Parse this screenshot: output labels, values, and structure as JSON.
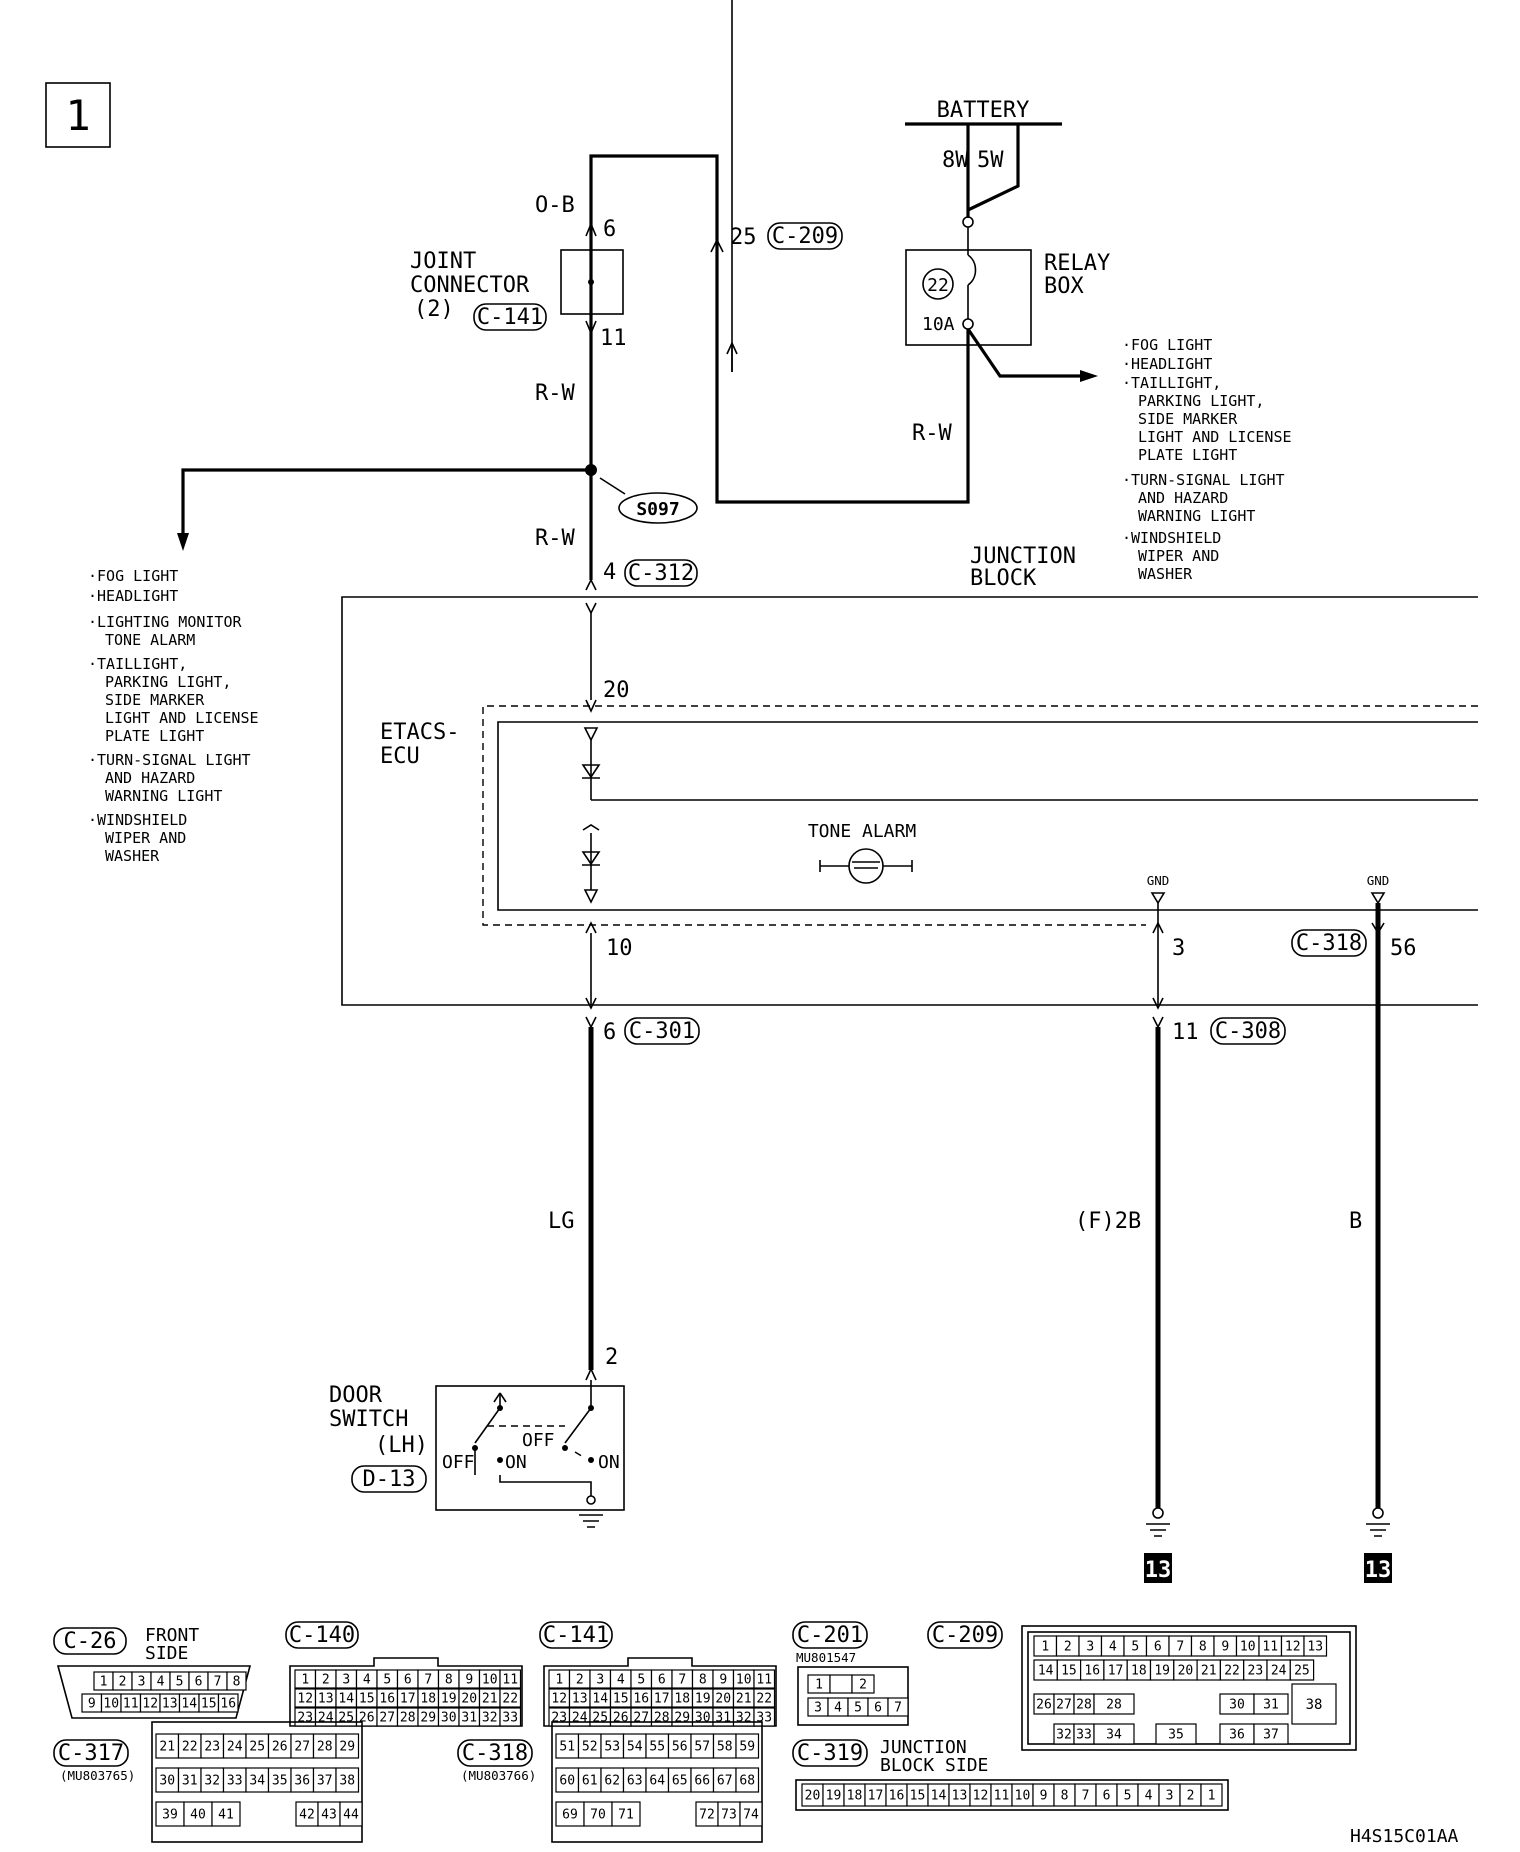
{
  "sheet": "1",
  "diagram_code": "H4S15C01AA",
  "battery": {
    "label": "BATTERY",
    "wire_a": "8W",
    "wire_b": "5W"
  },
  "relay_box": {
    "line1": "RELAY",
    "line2": "BOX",
    "fuse_no": "22",
    "fuse_rating": "10A"
  },
  "relay_outputs": [
    "·FOG LIGHT",
    "·HEADLIGHT",
    "·TAILLIGHT,",
    "PARKING LIGHT,",
    "SIDE MARKER",
    "LIGHT AND LICENSE",
    "PLATE LIGHT",
    "·TURN-SIGNAL LIGHT",
    "AND HAZARD",
    "WARNING LIGHT",
    "·WINDSHIELD",
    "WIPER AND",
    "WASHER"
  ],
  "joint_connector": {
    "line1": "JOINT",
    "line2": "CONNECTOR",
    "line3": "(2)",
    "code": "C-141",
    "pin_top": "6",
    "pin_bottom": "11"
  },
  "wires": {
    "ob": "O-B",
    "rw1": "R-W",
    "rw2": "R-W",
    "rw3": "R-W",
    "lg": "LG",
    "f2b": "(F)2B",
    "b": "B"
  },
  "splice": "S097",
  "conn_c209": {
    "pin": "25",
    "code": "C-209"
  },
  "conn_c312": {
    "pin": "4",
    "code": "C-312"
  },
  "junction_block": {
    "line1": "JUNCTION",
    "line2": "BLOCK"
  },
  "left_outputs": [
    "·FOG LIGHT",
    "·HEADLIGHT",
    "·LIGHTING MONITOR",
    "TONE ALARM",
    "·TAILLIGHT,",
    "PARKING LIGHT,",
    "SIDE MARKER",
    "LIGHT AND LICENSE",
    "PLATE LIGHT",
    "·TURN-SIGNAL LIGHT",
    "AND HAZARD",
    "WARNING LIGHT",
    "·WINDSHIELD",
    "WIPER AND",
    "WASHER"
  ],
  "etacs": {
    "line1": "ETACS-",
    "line2": "ECU",
    "pin_in": "20",
    "pin_out": "10",
    "tone_alarm": "TONE ALARM",
    "gnd1": "GND",
    "gnd2": "GND"
  },
  "conn_c318_pin": {
    "pin": "56",
    "code": "C-318"
  },
  "pin_3": "3",
  "conn_c301": {
    "pin": "6",
    "code": "C-301"
  },
  "conn_c308": {
    "pin": "11",
    "code": "C-308"
  },
  "door_switch": {
    "line1": "DOOR",
    "line2": "SWITCH",
    "line3": "(LH)",
    "code": "D-13",
    "pin": "2",
    "off1": "OFF",
    "on1": "ON",
    "off2": "OFF",
    "on2": "ON"
  },
  "ground_ref": "13",
  "connectors": {
    "c26": {
      "code": "C-26",
      "side1": "FRONT",
      "side2": "SIDE",
      "row1": [
        "1",
        "2",
        "3",
        "4",
        "5",
        "6",
        "7",
        "8"
      ],
      "row2": [
        "9",
        "10",
        "11",
        "12",
        "13",
        "14",
        "15",
        "16"
      ]
    },
    "c140": {
      "code": "C-140",
      "rows": [
        [
          "1",
          "2",
          "3",
          "4",
          "5",
          "6",
          "7",
          "8",
          "9",
          "10",
          "11"
        ],
        [
          "12",
          "13",
          "14",
          "15",
          "16",
          "17",
          "18",
          "19",
          "20",
          "21",
          "22"
        ],
        [
          "23",
          "24",
          "25",
          "26",
          "27",
          "28",
          "29",
          "30",
          "31",
          "32",
          "33"
        ]
      ]
    },
    "c141": {
      "code": "C-141",
      "rows": [
        [
          "1",
          "2",
          "3",
          "4",
          "5",
          "6",
          "7",
          "8",
          "9",
          "10",
          "11"
        ],
        [
          "12",
          "13",
          "14",
          "15",
          "16",
          "17",
          "18",
          "19",
          "20",
          "21",
          "22"
        ],
        [
          "23",
          "24",
          "25",
          "26",
          "27",
          "28",
          "29",
          "30",
          "31",
          "32",
          "33"
        ]
      ]
    },
    "c201": {
      "code": "C-201",
      "part": "MU801547",
      "row1": [
        "1",
        "",
        "2"
      ],
      "row2": [
        "3",
        "4",
        "5",
        "6",
        "7"
      ]
    },
    "c209": {
      "code": "C-209",
      "row1": [
        "1",
        "2",
        "3",
        "4",
        "5",
        "6",
        "7",
        "8",
        "9",
        "10",
        "11",
        "12",
        "13"
      ],
      "row2": [
        "14",
        "15",
        "16",
        "17",
        "18",
        "19",
        "20",
        "21",
        "22",
        "23",
        "24",
        "25"
      ],
      "row3": [
        "26",
        "27",
        "28",
        "28",
        "30",
        "31"
      ],
      "row4": [
        "32",
        "33",
        "34",
        "35",
        "36",
        "37"
      ],
      "big": "38"
    },
    "c317": {
      "code": "C-317",
      "part": "(MU803765)",
      "row1": [
        "21",
        "22",
        "23",
        "24",
        "25",
        "26",
        "27",
        "28",
        "29"
      ],
      "row2": [
        "30",
        "31",
        "32",
        "33",
        "34",
        "35",
        "36",
        "37",
        "38"
      ],
      "row3": [
        "39",
        "40",
        "41",
        "42",
        "43",
        "44"
      ]
    },
    "c318": {
      "code": "C-318",
      "part": "(MU803766)",
      "row1": [
        "51",
        "52",
        "53",
        "54",
        "55",
        "56",
        "57",
        "58",
        "59"
      ],
      "row2": [
        "60",
        "61",
        "62",
        "63",
        "64",
        "65",
        "66",
        "67",
        "68"
      ],
      "row3": [
        "69",
        "70",
        "71",
        "72",
        "73",
        "74"
      ]
    },
    "c319": {
      "code": "C-319",
      "side1": "JUNCTION",
      "side2": "BLOCK SIDE",
      "row": [
        "20",
        "19",
        "18",
        "17",
        "16",
        "15",
        "14",
        "13",
        "12",
        "11",
        "10",
        "9",
        "8",
        "7",
        "6",
        "5",
        "4",
        "3",
        "2",
        "1"
      ]
    }
  }
}
